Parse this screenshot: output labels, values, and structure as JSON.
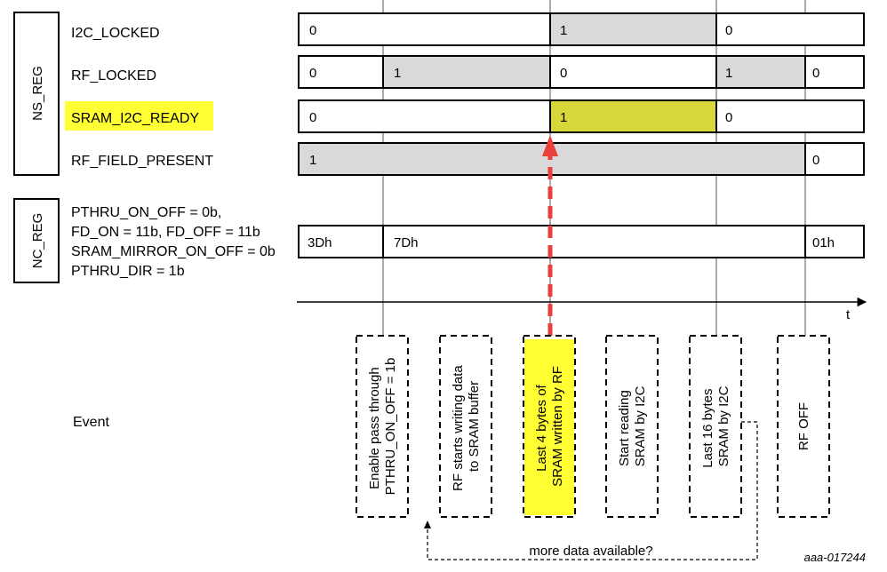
{
  "groups": {
    "ns_reg": "NS_REG",
    "nc_reg": "NC_REG"
  },
  "signals": {
    "i2c_locked": "I2C_LOCKED",
    "rf_locked": "RF_LOCKED",
    "sram_i2c_ready": "SRAM_I2C_READY",
    "rf_field_present": "RF_FIELD_PRESENT"
  },
  "nc_config": [
    "PTHRU_ON_OFF = 0b,",
    "FD_ON = 11b, FD_OFF = 11b",
    "SRAM_MIRROR_ON_OFF = 0b",
    "PTHRU_DIR = 1b"
  ],
  "values": {
    "i2c_locked": [
      "0",
      "1",
      "0"
    ],
    "rf_locked": [
      "0",
      "1",
      "0",
      "1",
      "0"
    ],
    "sram_i2c_ready": [
      "0",
      "1",
      "0"
    ],
    "rf_field_present": [
      "1",
      "0"
    ],
    "nc_reg": [
      "3Dh",
      "7Dh",
      "01h"
    ]
  },
  "axis": {
    "label": "t"
  },
  "event_label": "Event",
  "events": [
    [
      "Enable pass through",
      "PTHRU_ON_OFF = 1b"
    ],
    [
      "RF starts writing data",
      "to SRAM buffer"
    ],
    [
      "Last 4 bytes of",
      "SRAM written by RF"
    ],
    [
      "Start reading",
      "SRAM by I2C"
    ],
    [
      "Last 16 bytes",
      "SRAM by I2C"
    ],
    [
      "RF OFF"
    ]
  ],
  "loop_label": "more data available?",
  "figure_id": "aaa-017244",
  "colors": {
    "gray_fill": "#d9d9d9",
    "highlight_fill": "#d8d83a",
    "label_highlight": "#ffff33",
    "event_highlight": "#ffff33",
    "arrow_red": "#e8413b"
  }
}
